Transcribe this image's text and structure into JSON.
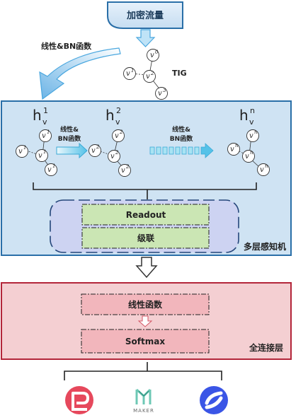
{
  "input": {
    "label": "加密流量"
  },
  "linear_bn_top": "线性&BN函数",
  "tig_label": "TIG",
  "graph_nodes": {
    "v0": "v",
    "s0": "0",
    "v1": "v",
    "s1": "1",
    "v2": "v",
    "s2": "2",
    "v3": "v",
    "s3": "3"
  },
  "mlp": {
    "title": "多层感知机",
    "h_base": "h",
    "h_sub": "v",
    "layers": [
      {
        "sup": "1"
      },
      {
        "sup": "2"
      },
      {
        "sup": "n"
      }
    ],
    "arrow1_label_line1": "线性&",
    "arrow1_label_line2": "BN函数",
    "arrow2_label_line1": "线性&",
    "arrow2_label_line2": "BN函数",
    "readout": "Readout",
    "concat": "级联"
  },
  "fc": {
    "title": "全连接层",
    "linear": "线性函数",
    "softmax": "Softmax"
  },
  "outputs": {
    "maker_label": "MAKER"
  },
  "colors": {
    "mlp_bg": "#cfe3f3",
    "mlp_border": "#2a6fa8",
    "fc_bg": "#f4cfd2",
    "fc_border": "#b3263a",
    "green_box": "#cbe6b4",
    "pink_box": "#f2b6bc"
  }
}
